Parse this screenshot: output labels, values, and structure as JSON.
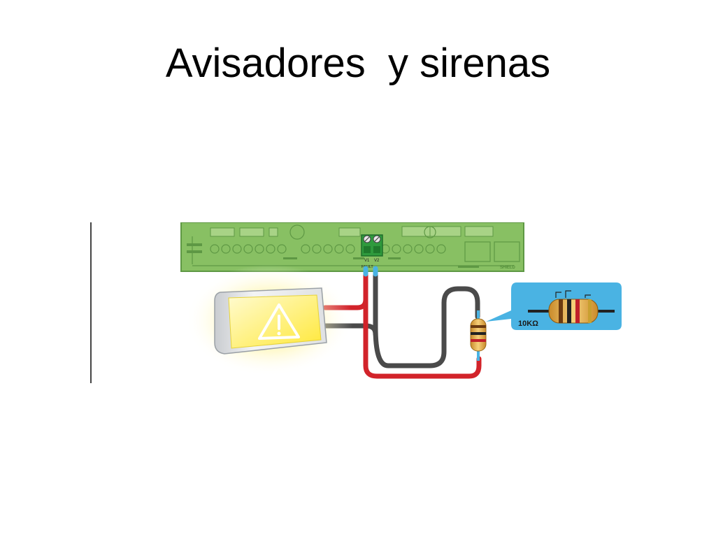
{
  "slide": {
    "title": "Avisadores  y sirenas"
  },
  "diagram": {
    "terminal_labels": [
      "V1",
      "V2"
    ],
    "terminal_sublabel": "FAULT",
    "board_label": "SHIELD",
    "resistor_value": "10KΩ",
    "colors": {
      "board": "#88c063",
      "board_dark": "#5e9844",
      "wire_red": "#d2232a",
      "wire_black": "#555555",
      "callout": "#4ab3e3",
      "warning_yellow": "#fff15a",
      "resistor_body": "#e8b24a"
    },
    "icons": [
      "warning-triangle-icon"
    ]
  }
}
